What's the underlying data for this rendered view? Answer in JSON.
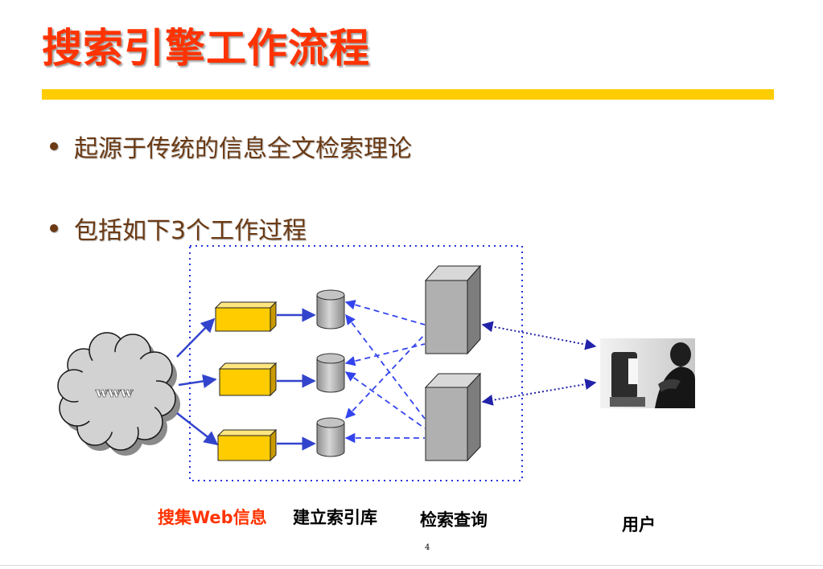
{
  "slide": {
    "title": "搜索引擎工作流程",
    "bullets": [
      "起源于传统的信息全文检索理论",
      "包括如下3个工作过程"
    ],
    "page_number": "4"
  },
  "diagram": {
    "cloud_label": "www",
    "labels": {
      "collect": "搜集Web信息",
      "index": "建立索引库",
      "search": "检索查询",
      "user": "用户"
    }
  },
  "colors": {
    "title": "#ff3300",
    "bar": "#ffcc00",
    "bullet_text": "#6b3a14",
    "crawler_box": "#ffcc00",
    "arrow_solid": "#3344cc",
    "arrow_dashed": "#3344ee",
    "dotted_border": "#2233dd",
    "server": "#b0b0b0"
  }
}
